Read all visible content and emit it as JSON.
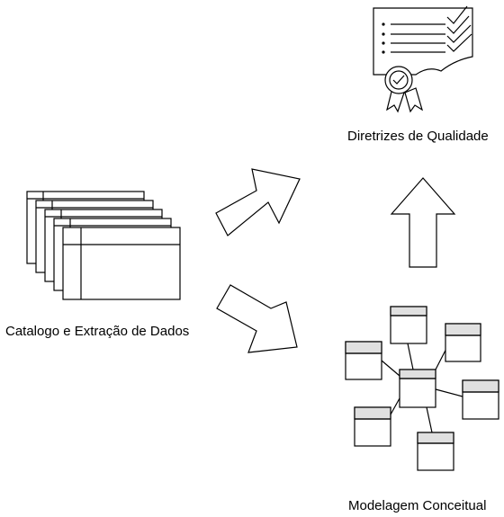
{
  "labels": {
    "catalog": "Catalogo e Extração de Dados",
    "quality": "Diretrizes de Qualidade",
    "model": "Modelagem Conceitual"
  },
  "colors": {
    "stroke": "#000000",
    "fill": "#ffffff",
    "entity_header": "#e0e0e0"
  },
  "icons": {
    "catalog": "stacked-tables-icon",
    "quality": "certificate-checklist-icon",
    "model": "entity-relationship-icon"
  }
}
